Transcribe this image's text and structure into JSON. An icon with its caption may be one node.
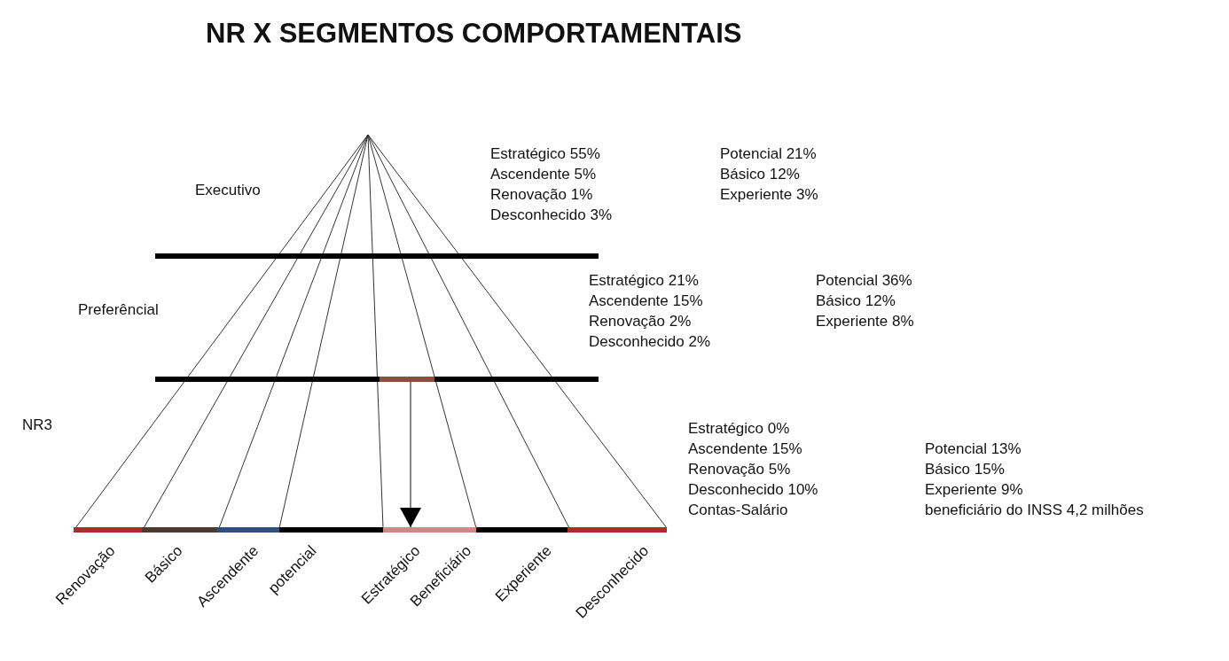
{
  "diagram": {
    "title": "NR X SEGMENTOS COMPORTAMENTAIS",
    "nodes": [
      {
        "text": [],
        "shape": "bar"
      },
      {
        "text": [],
        "shape": "bar"
      }
    ],
    "edges": [
      {
        "from": 0,
        "to": 1,
        "arrow": "to"
      }
    ],
    "labels": [
      "Executivo",
      "Estratégico 55%",
      "Ascendente 5%",
      "Renovação 1%",
      "Desconhecido 3%",
      "Potencial 21%",
      "Básico 12%",
      "Experiente 3%",
      "Preferêncial",
      "Estratégico 21%",
      "Ascendente 15%",
      "Renovação 2%",
      "Desconhecido 2%",
      "Potencial 36%",
      "Básico 12%",
      "Experiente 8%",
      "NR3",
      "Estratégico 0%",
      "Ascendente 15%",
      "Renovação 5%",
      "Desconhecido 10%",
      "Contas-Salário",
      "Potencial 13%",
      "Básico 15%",
      "Experiente 9%",
      "beneficiário do INSS 4,2 milhões",
      "Renovação",
      "Básico",
      "Ascendente",
      "potencial",
      "Estratégico",
      "Beneficiário",
      "Experiente",
      "Desconhecido"
    ]
  }
}
